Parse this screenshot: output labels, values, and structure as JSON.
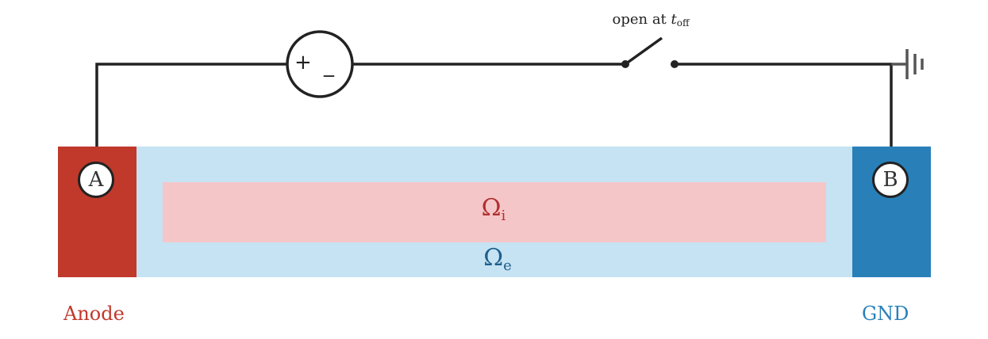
{
  "switch": {
    "label_prefix": "open at ",
    "label_var": "t",
    "label_sub": "off"
  },
  "source": {
    "plus": "+",
    "minus": "_"
  },
  "nodes": {
    "a": "A",
    "b": "B"
  },
  "regions": {
    "omega_i": {
      "symbol": "Ω",
      "sub": "i"
    },
    "omega_e": {
      "symbol": "Ω",
      "sub": "e"
    }
  },
  "labels": {
    "anode": "Anode",
    "gnd": "GND"
  },
  "colors": {
    "anode": "#c0392b",
    "gnd": "#2980b9",
    "electrolyte": "#c6e3f4",
    "inner": "#f5c6c8",
    "omega_i_text": "#b03030",
    "omega_e_text": "#1f5f8c",
    "wire": "#222222"
  }
}
